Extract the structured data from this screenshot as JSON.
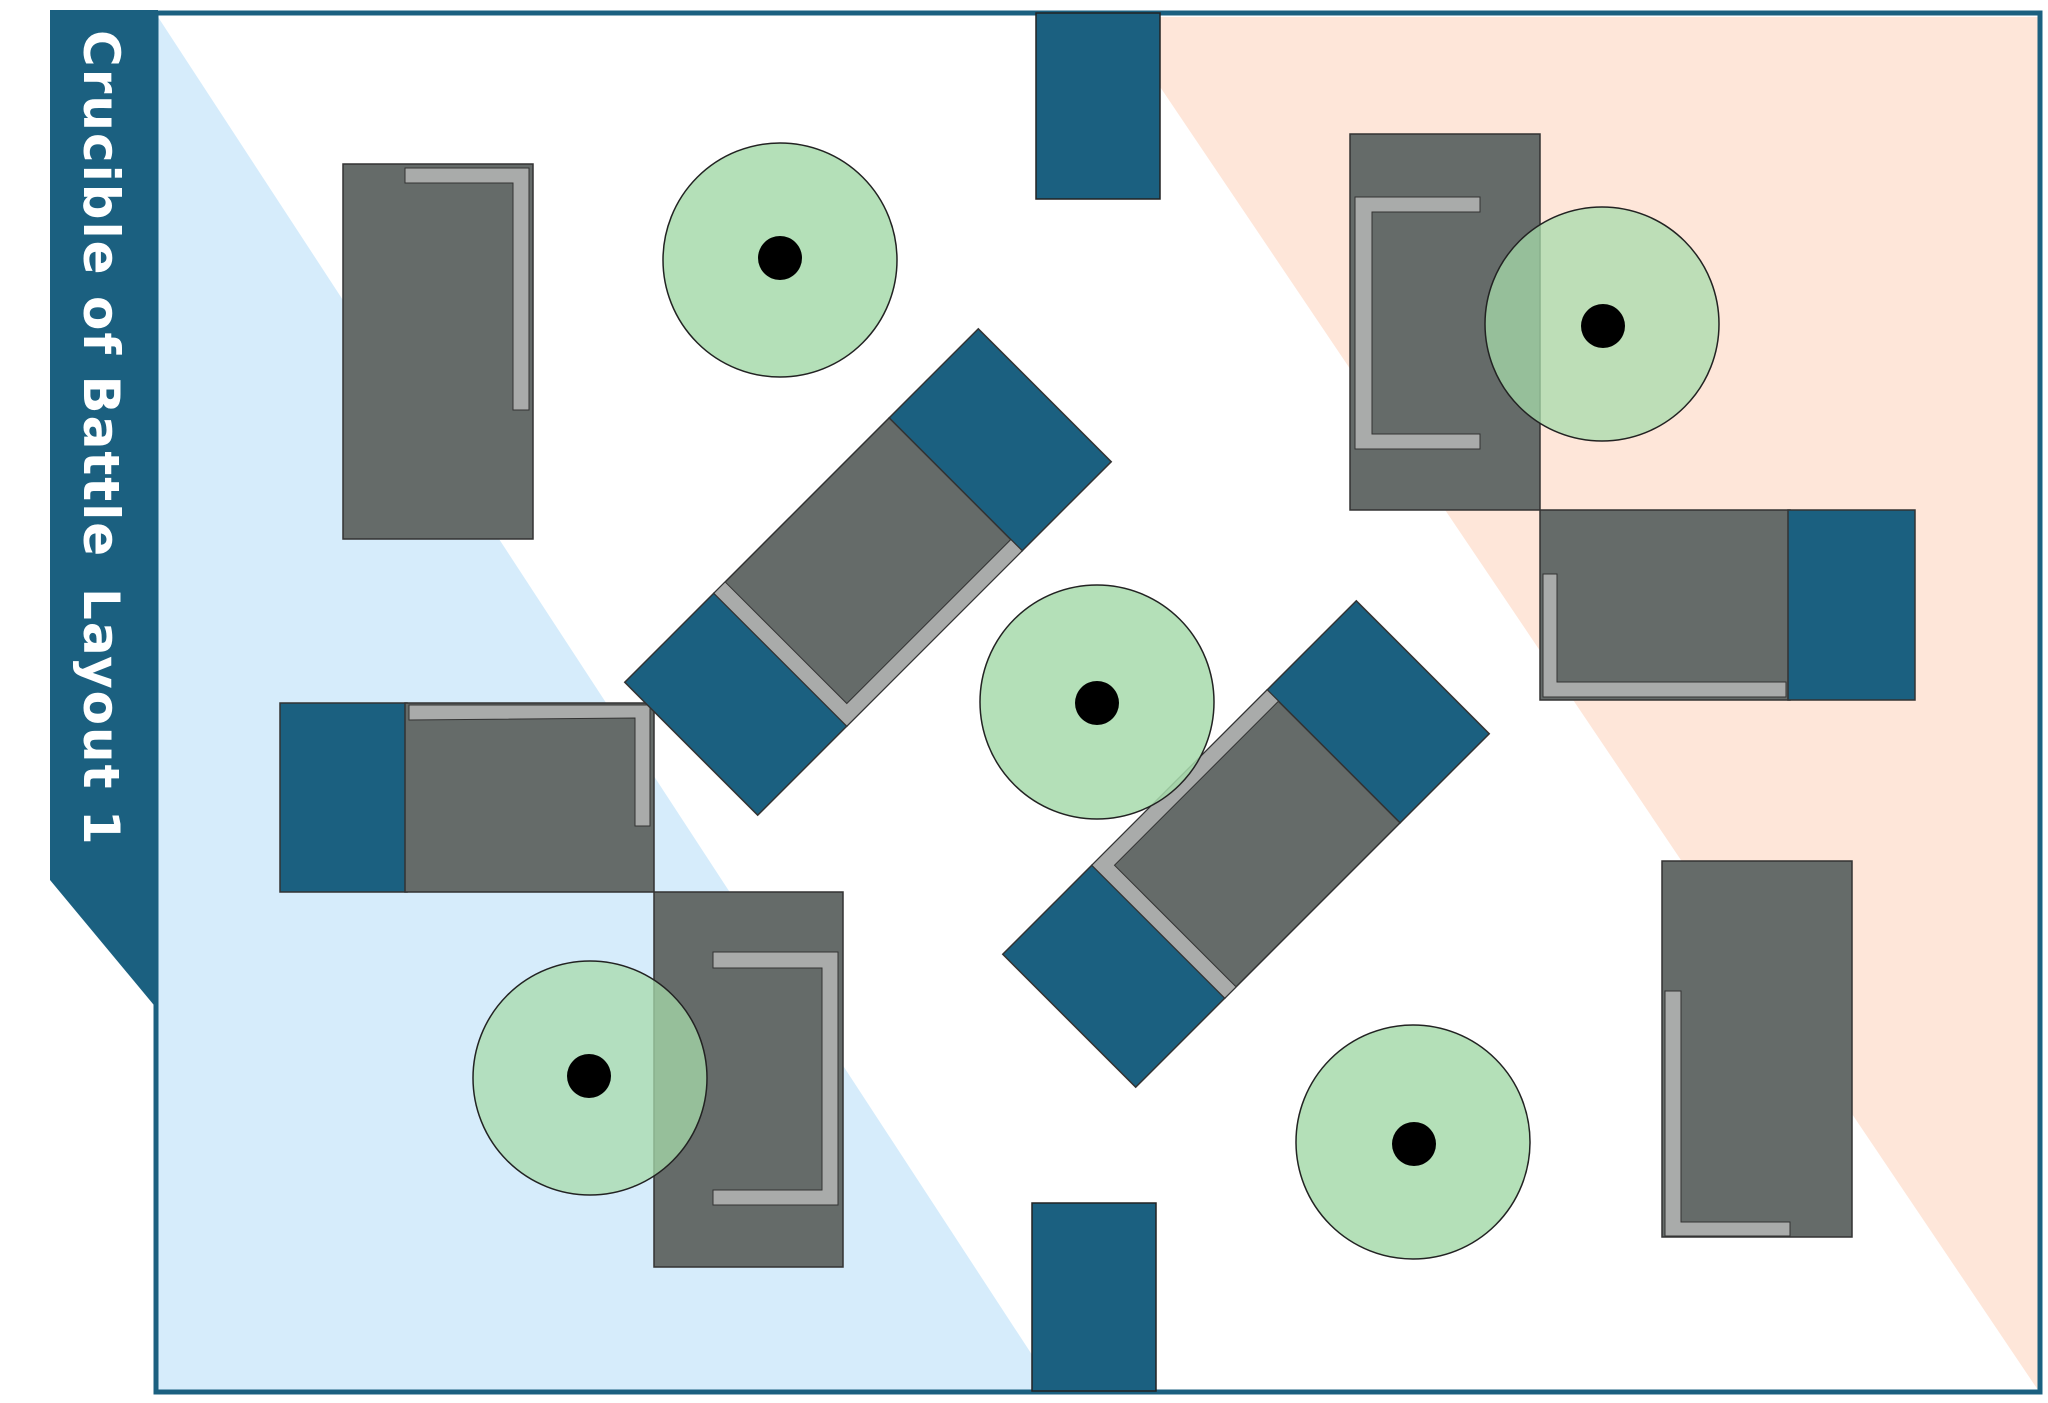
{
  "title": {
    "name": "Crucible of Battle",
    "layout": "Layout 1"
  },
  "colors": {
    "frame": "#1b6080",
    "deployment_blue": "#d6ecfb",
    "deployment_orange": "#fee6d9",
    "ruin": "#656b69",
    "ruin_wall": "#a9abaa",
    "blocker": "#1b6080",
    "objective": "#a7dbab",
    "objective_marker": "#000000"
  },
  "legend": {
    "objective_count": 5,
    "ruin_count": 8
  }
}
